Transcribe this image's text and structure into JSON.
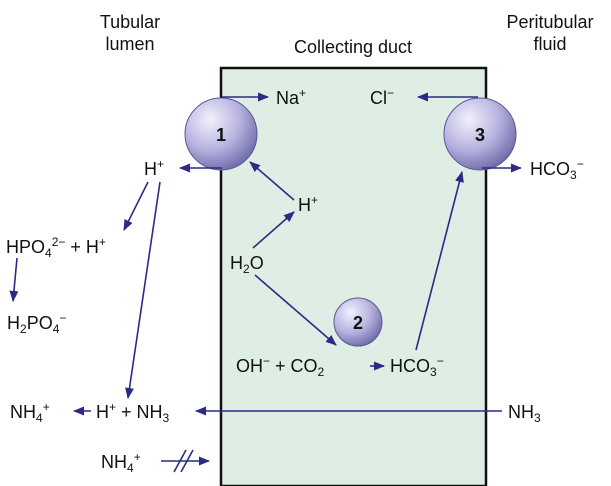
{
  "headers": {
    "left": [
      "Tubular",
      "lumen"
    ],
    "center": "Collecting duct",
    "right": [
      "Peritubular",
      "fluid"
    ]
  },
  "transporters": [
    "1",
    "2",
    "3"
  ],
  "species": {
    "na": {
      "base": "Na",
      "sup": "+"
    },
    "cl": {
      "base": "Cl",
      "sup": "−"
    },
    "h_lumen": {
      "base": "H",
      "sup": "+"
    },
    "hco3_out": {
      "base": "HCO",
      "sub": "3",
      "sup": "−"
    },
    "h_cell": {
      "base": "H",
      "sup": "+"
    },
    "h2o": {
      "pre": "H",
      "sub": "2",
      "post": "O"
    },
    "hpo4": {
      "base": "HPO",
      "sub": "4",
      "sup": "2−",
      "tail": " + H",
      "tail_sup": "+"
    },
    "h2po4": {
      "pre": "H",
      "sub1": "2",
      "mid": "PO",
      "sub2": "4",
      "sup": "−"
    },
    "oh_co2": {
      "a": "OH",
      "a_sup": "−",
      "b": " + CO",
      "b_sub": "2"
    },
    "hco3_cell": {
      "base": "HCO",
      "sub": "3",
      "sup": "−"
    },
    "nh4_lumen": {
      "base": "NH",
      "sub": "4",
      "sup": "+"
    },
    "h_nh3": {
      "a": "H",
      "a_sup": "+",
      "b": " + NH",
      "b_sub": "3"
    },
    "nh3_right": {
      "base": "NH",
      "sub": "3"
    },
    "nh4_blocked": {
      "base": "NH",
      "sub": "4",
      "sup": "+"
    }
  },
  "colors": {
    "arrow": "#2b2a86",
    "cell_fill": "#deeee4",
    "cell_border": "#111111",
    "circle_light": "#d9d7f3",
    "circle_dark": "#6e6aa8"
  }
}
